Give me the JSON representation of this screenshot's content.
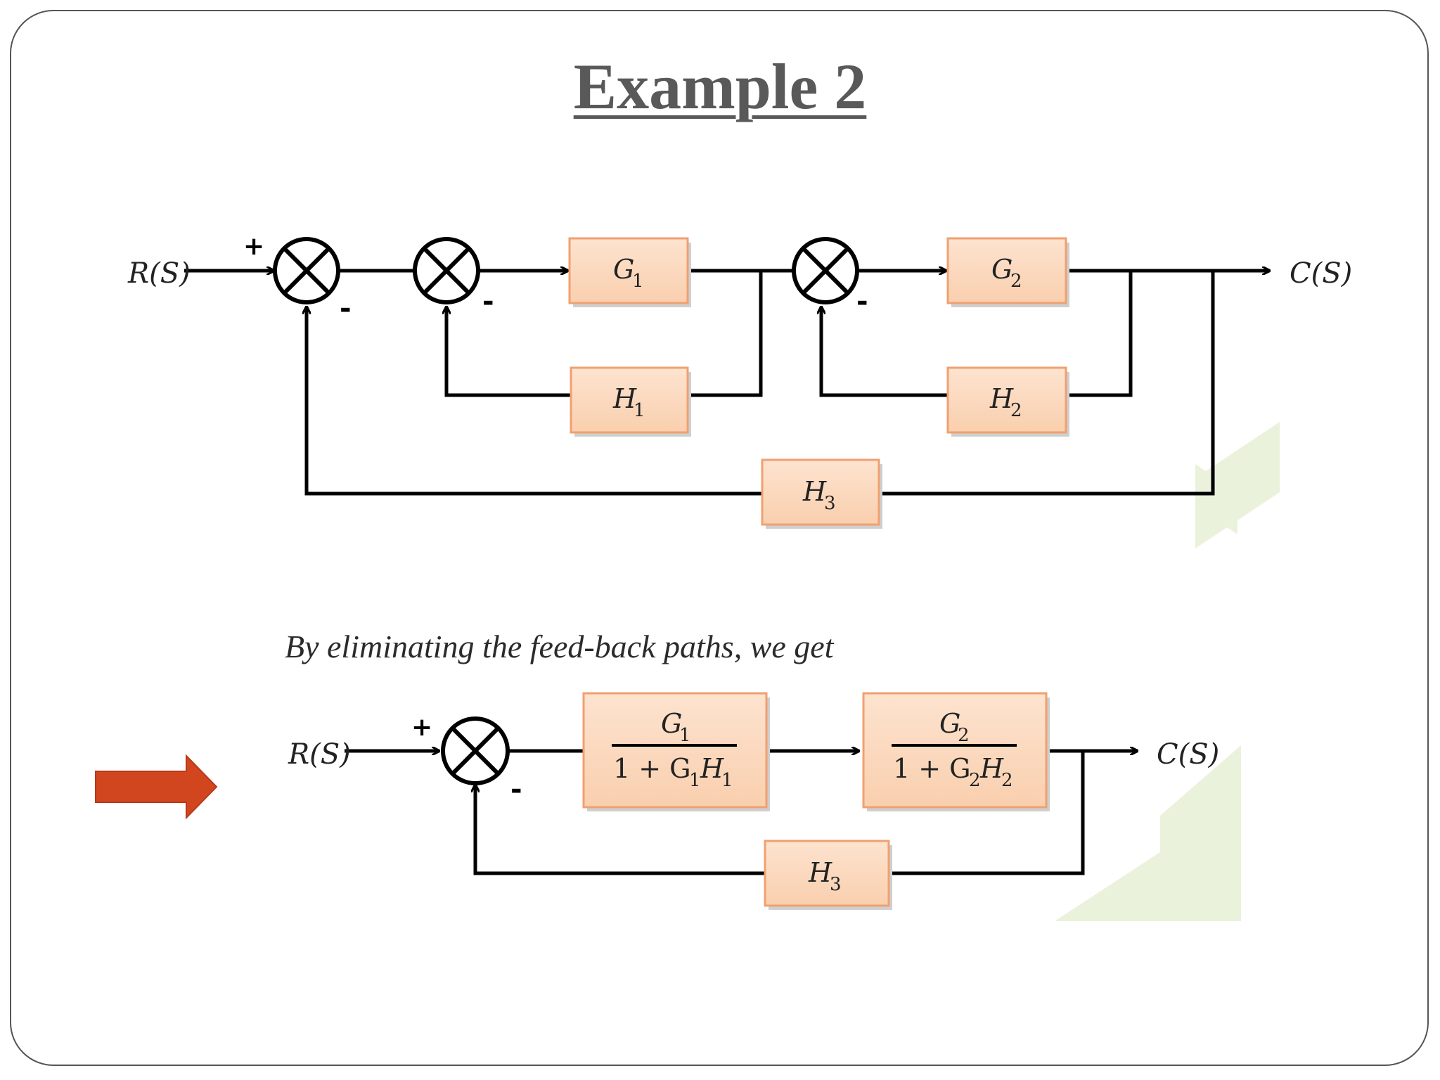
{
  "title": "Example 2",
  "caption": "By eliminating the feed-back paths, we get",
  "signs": {
    "plus": "+",
    "minus": "-"
  },
  "top_diagram": {
    "input": "R(S)",
    "output": "C(S)",
    "blocks": {
      "g1": {
        "main": "G",
        "sub": "1"
      },
      "g2": {
        "main": "G",
        "sub": "2"
      },
      "h1": {
        "main": "H",
        "sub": "1"
      },
      "h2": {
        "main": "H",
        "sub": "2"
      },
      "h3": {
        "main": "H",
        "sub": "3"
      }
    }
  },
  "bottom_diagram": {
    "input": "R(S)",
    "output": "C(S)",
    "block1": {
      "num_main": "G",
      "num_sub": "1",
      "den": [
        "1 + G",
        "1",
        "H",
        "1"
      ]
    },
    "block2": {
      "num_main": "G",
      "num_sub": "2",
      "den": [
        "1 + G",
        "2",
        "H",
        "2"
      ]
    },
    "h3": {
      "main": "H",
      "sub": "3"
    }
  },
  "colors": {
    "arrow": "#d2461f",
    "box_fill": "#fbd7bd",
    "box_border": "#f0a070",
    "title": "#595959"
  }
}
